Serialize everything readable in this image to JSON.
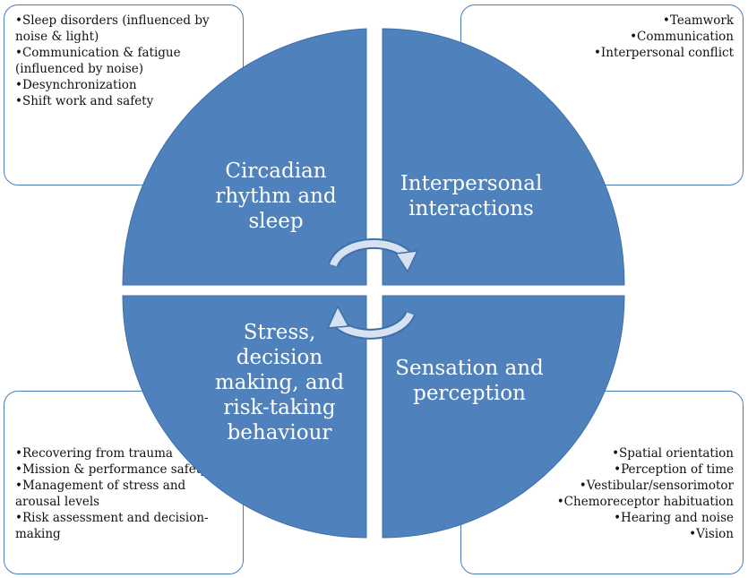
{
  "quadrants": {
    "top_left": {
      "title": "Circadian rhythm and sleep",
      "items": [
        "•Sleep disorders (influenced by noise & light)",
        "•Communication & fatigue (influenced by noise)",
        "•Desynchronization",
        "•Shift work and safety"
      ]
    },
    "top_right": {
      "title": "Interpersonal interactions",
      "items": [
        "•Teamwork",
        "•Communication",
        "•Interpersonal conflict"
      ]
    },
    "bottom_left": {
      "title": "Stress, decision making, and risk-taking behaviour",
      "items": [
        "•Recovering from trauma",
        "•Mission & performance safety",
        "•Management of stress and arousal levels",
        "•Risk assessment and decision-making"
      ]
    },
    "bottom_right": {
      "title": "Sensation and perception",
      "items": [
        "•Spatial orientation",
        "•Perception of time",
        "•Vestibular/sensorimotor",
        "•Chemoreceptor habituation",
        "•Hearing and noise",
        "•Vision"
      ]
    }
  },
  "colors": {
    "quadrant_fill": "#4f81bd",
    "quadrant_edge": "#3f6fa8",
    "box_border": "#4a7ebb",
    "arrow_fill": "#d6e2f2",
    "label_text": "#ffffff"
  },
  "icons": {
    "cycle_arrows": "cycle-arrows-icon"
  }
}
